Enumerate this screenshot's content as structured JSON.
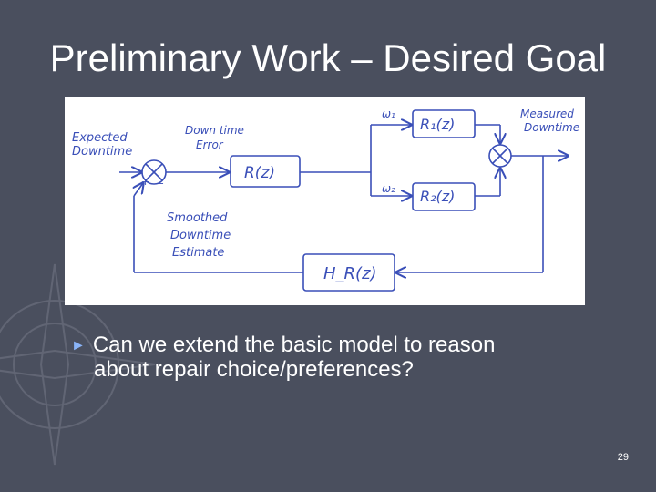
{
  "slide": {
    "title": "Preliminary Work – Desired Goal",
    "bullet_line1": "Can we extend the basic model to reason",
    "bullet_line2": "about repair choice/preferences?",
    "page_number": "29"
  },
  "diagram": {
    "labels": {
      "expected_1": "Expected",
      "expected_2": "Downtime",
      "error_1": "Down time",
      "error_2": "Error",
      "controller": "R(z)",
      "w1": "ω₁",
      "w2": "ω₂",
      "r1": "R₁(z)",
      "r2": "R₂(z)",
      "measured_1": "Measured",
      "measured_2": "Downtime",
      "smoothed_1": "Smoothed",
      "smoothed_2": "Downtime",
      "smoothed_3": "Estimate",
      "filter": "H_R(z)",
      "sign_plus": "+",
      "sign_minus": "−"
    },
    "ink_color": "#3a4fb8"
  }
}
